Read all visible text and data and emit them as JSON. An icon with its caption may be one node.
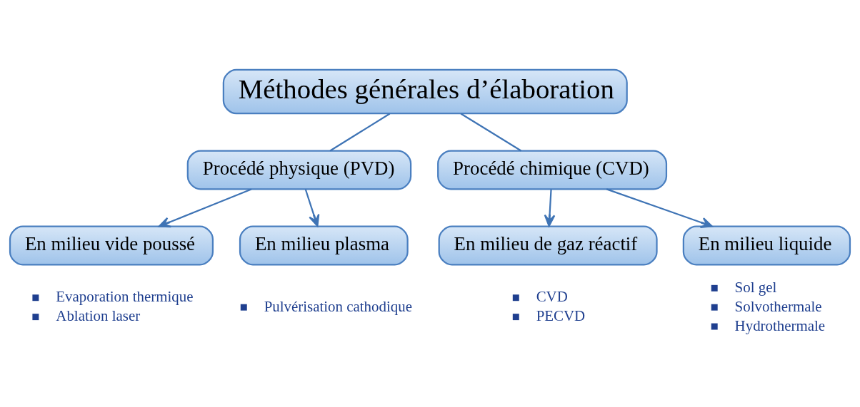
{
  "diagram": {
    "nodes": [
      {
        "text": [
          "Méthodes générales d’élaboration"
        ]
      },
      {
        "text": [
          "Procédé physique (PVD)"
        ]
      },
      {
        "text": [
          "Procédé chimique (CVD)"
        ]
      },
      {
        "text": [
          "En milieu vide poussé"
        ],
        "beside": [
          "Evaporation thermique",
          "Ablation laser"
        ]
      },
      {
        "text": [
          "En milieu plasma"
        ],
        "beside": [
          "Pulvérisation cathodique"
        ]
      },
      {
        "text": [
          "En milieu de gaz réactif"
        ],
        "beside": [
          "CVD",
          "PECVD"
        ]
      },
      {
        "text": [
          "En milieu liquide"
        ],
        "beside": [
          "Sol gel",
          "Solvothermale",
          "Hydrothermale"
        ]
      }
    ],
    "edges": [
      {
        "from": 0,
        "to": 1,
        "arrow": "none"
      },
      {
        "from": 0,
        "to": 2,
        "arrow": "none"
      },
      {
        "from": 1,
        "to": 3,
        "arrow": "to"
      },
      {
        "from": 1,
        "to": 4,
        "arrow": "to"
      },
      {
        "from": 2,
        "to": 5,
        "arrow": "to"
      },
      {
        "from": 2,
        "to": 6,
        "arrow": "to"
      }
    ]
  }
}
